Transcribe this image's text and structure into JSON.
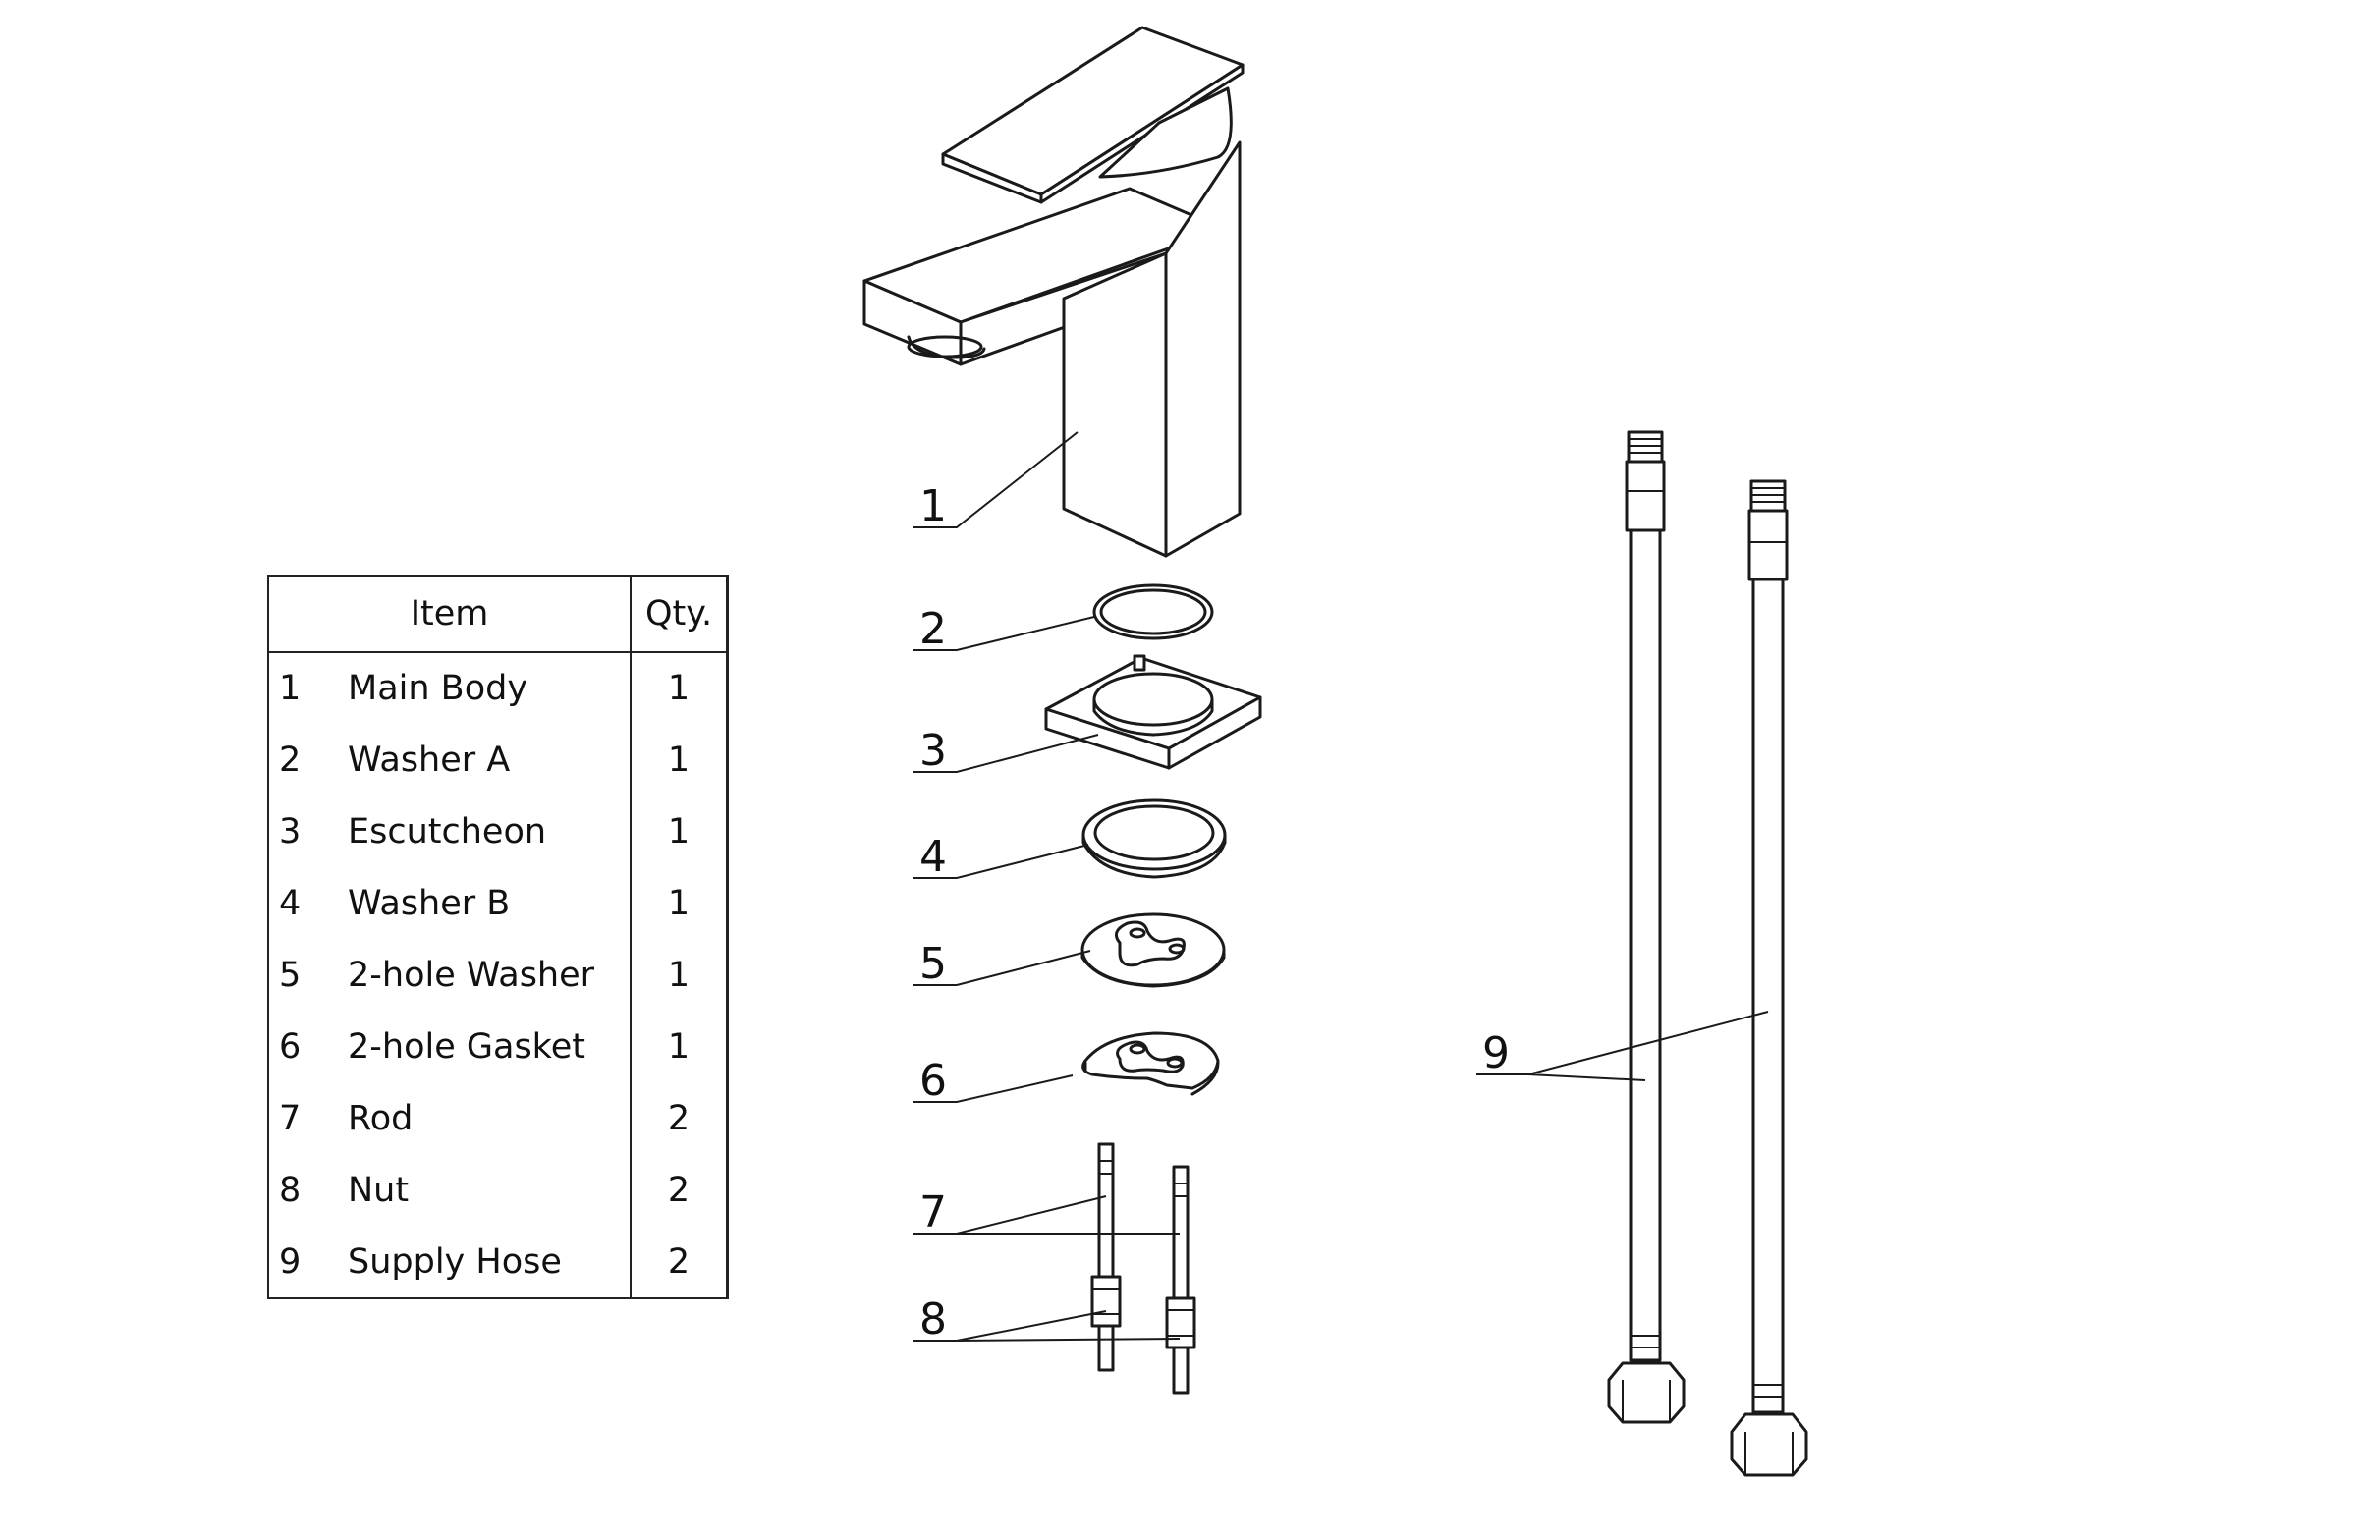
{
  "table": {
    "headers": {
      "item": "Item",
      "qty": "Qty."
    },
    "rows": [
      {
        "no": "1",
        "name": "Main Body",
        "qty": "1"
      },
      {
        "no": "2",
        "name": "Washer A",
        "qty": "1"
      },
      {
        "no": "3",
        "name": "Escutcheon",
        "qty": "1"
      },
      {
        "no": "4",
        "name": "Washer B",
        "qty": "1"
      },
      {
        "no": "5",
        "name": "2-hole Washer",
        "qty": "1"
      },
      {
        "no": "6",
        "name": "2-hole Gasket",
        "qty": "1"
      },
      {
        "no": "7",
        "name": "Rod",
        "qty": "2"
      },
      {
        "no": "8",
        "name": "Nut",
        "qty": "2"
      },
      {
        "no": "9",
        "name": "Supply Hose",
        "qty": "2"
      }
    ]
  },
  "callouts": {
    "c1": "1",
    "c2": "2",
    "c3": "3",
    "c4": "4",
    "c5": "5",
    "c6": "6",
    "c7": "7",
    "c8": "8",
    "c9": "9"
  }
}
